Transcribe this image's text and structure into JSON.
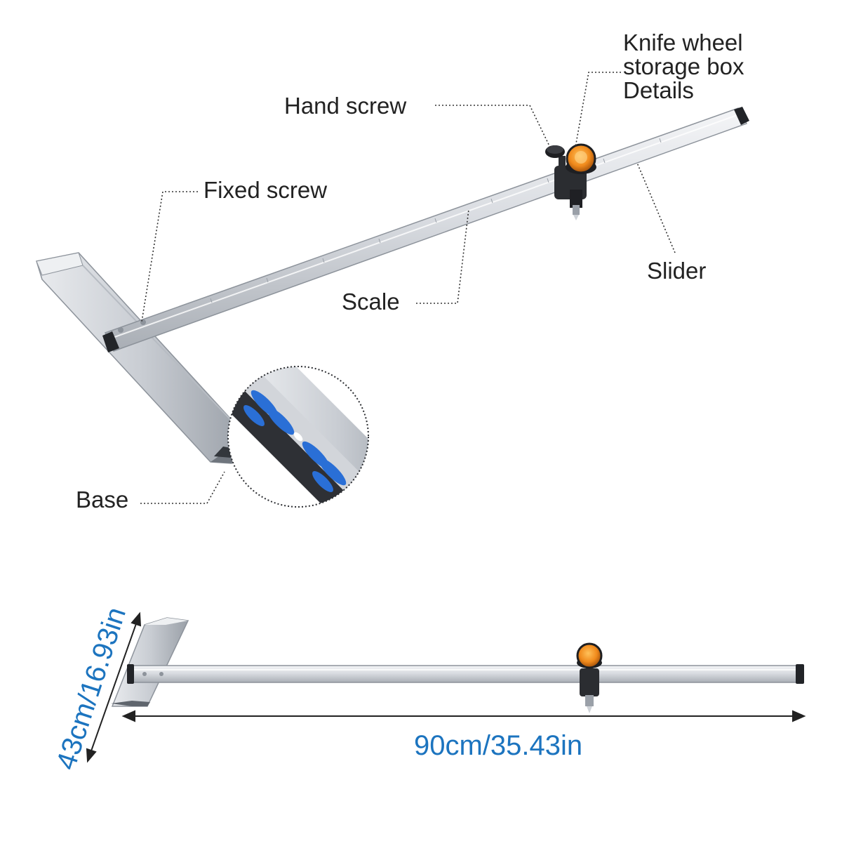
{
  "labels": {
    "knife_wheel_box": [
      "Knife wheel",
      "storage box",
      "Details"
    ],
    "hand_screw": "Hand screw",
    "fixed_screw": "Fixed screw",
    "slider": "Slider",
    "scale": "Scale",
    "base": "Base"
  },
  "dimensions": {
    "length": "90cm/35.43in",
    "width": "43cm/16.93in"
  },
  "colors": {
    "dimension_text": "#1c74bf",
    "label_text": "#222222",
    "knob_orange": "#f08a1c",
    "wheel_blue": "#2a6fd6"
  }
}
